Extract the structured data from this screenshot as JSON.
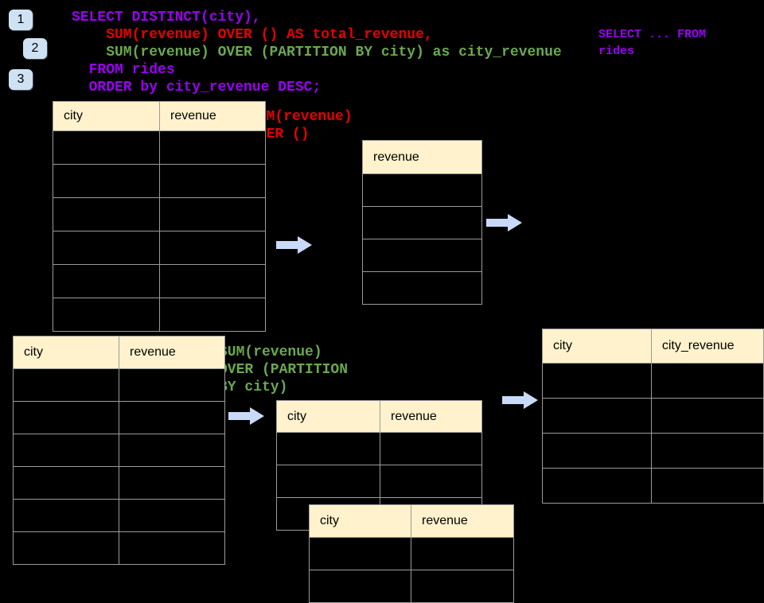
{
  "colors": {
    "purple": "#9900f2",
    "red": "#e60000",
    "green": "#6aa84f",
    "header_fill": "#fff2cc",
    "table_border": "#9b9b9b",
    "arrow_fill": "#c9daf8",
    "badge_fill": "#cfe2f3",
    "background": "#000000"
  },
  "badges": [
    {
      "label": "1"
    },
    {
      "label": "2"
    },
    {
      "label": "3"
    }
  ],
  "sql": {
    "lines": [
      {
        "text": "SELECT DISTINCT(city),",
        "color": "purple"
      },
      {
        "text": "    SUM(revenue) OVER () AS total_revenue,",
        "color": "red"
      },
      {
        "text": "    SUM(revenue) OVER (PARTITION BY city) as city_revenue",
        "color": "green"
      },
      {
        "text": "  FROM rides",
        "color": "purple"
      },
      {
        "text": "  ORDER by city_revenue DESC;",
        "color": "purple"
      }
    ]
  },
  "side_note": {
    "lines": [
      "SELECT ... FROM",
      "rides"
    ],
    "color": "purple"
  },
  "annotations": {
    "total": {
      "lines": [
        "SUM(revenue)",
        "OVER ()"
      ],
      "color": "red"
    },
    "partition": {
      "lines": [
        "SUM(revenue)",
        "OVER (PARTITION",
        "BY city)"
      ],
      "color": "green"
    }
  },
  "tables": {
    "source_top": {
      "headers": [
        "city",
        "revenue"
      ],
      "rows": 6
    },
    "total_revenue": {
      "headers": [
        "revenue"
      ],
      "rows": 4
    },
    "source_bottom": {
      "headers": [
        "city",
        "revenue"
      ],
      "rows": 6
    },
    "partition_mid": {
      "headers": [
        "city",
        "revenue"
      ],
      "rows": 3
    },
    "partition_overlap": {
      "headers": [
        "city",
        "revenue"
      ],
      "rows": 2
    },
    "result": {
      "headers": [
        "city",
        "city_revenue"
      ],
      "rows": 4
    }
  },
  "arrows": {
    "icon": "arrow-right",
    "direction": "right",
    "count": 4
  }
}
